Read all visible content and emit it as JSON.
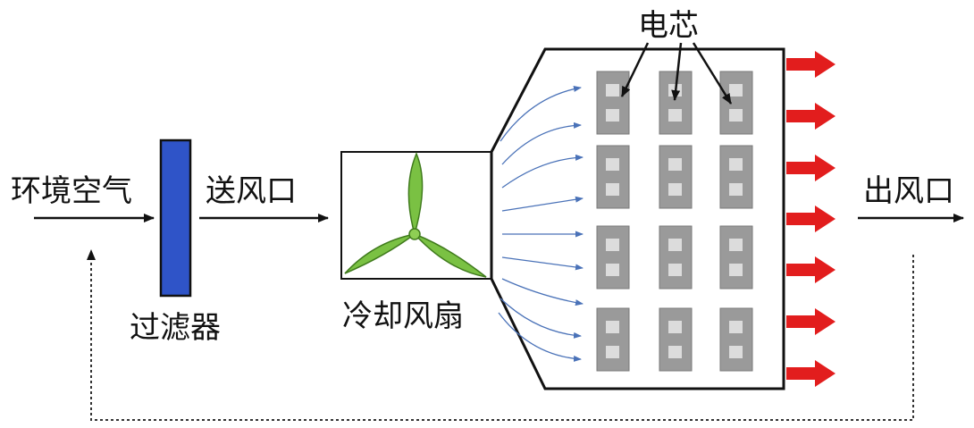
{
  "labels": {
    "ambient_air": "环境空气",
    "filter": "过滤器",
    "supply_inlet": "送风口",
    "cooling_fan": "冷却风扇",
    "cells": "电芯",
    "outlet": "出风口"
  },
  "cell_grid": {
    "columns": 3,
    "rows": 4
  },
  "colors": {
    "filter": "#2f54c8",
    "fan_blade": "#7ac143",
    "airflow_line": "#4a72b8",
    "hot_air_arrow": "#e21d1d",
    "cell_body": "#9a9a9a",
    "cell_terminal": "#dcdcdc",
    "outline": "#111111"
  }
}
